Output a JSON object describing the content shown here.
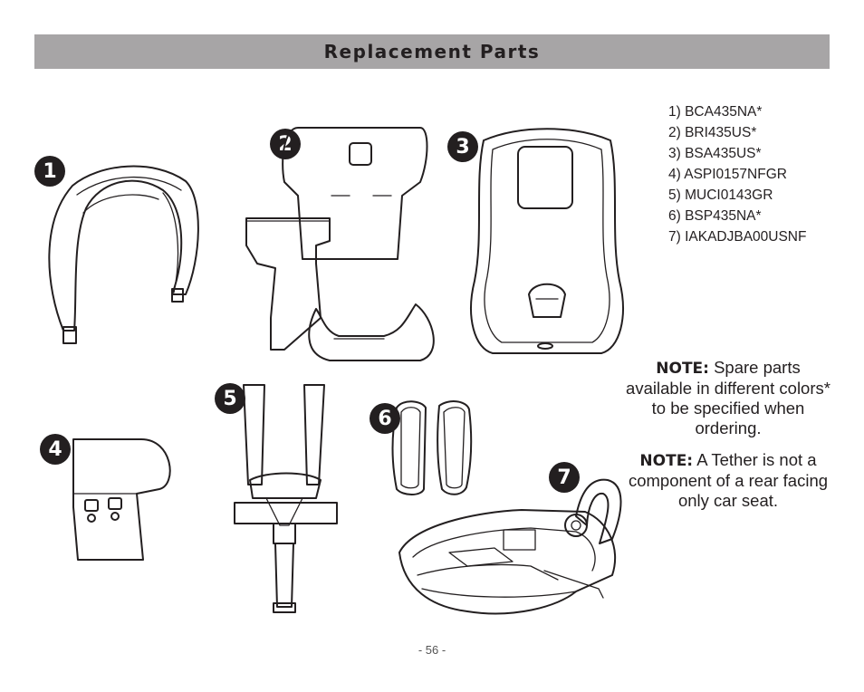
{
  "header": {
    "title": "Replacement Parts"
  },
  "parts": [
    {
      "number": "1",
      "code": "1) BCA435NA*"
    },
    {
      "number": "2",
      "code": "2) BRI435US*"
    },
    {
      "number": "3",
      "code": "3) BSA435US*"
    },
    {
      "number": "4",
      "code": "4) ASPI0157NFGR"
    },
    {
      "number": "5",
      "code": "5) MUCI0143GR"
    },
    {
      "number": "6",
      "code": "6) BSP435NA*"
    },
    {
      "number": "7",
      "code": "7) IAKADJBA00USNF"
    }
  ],
  "notes": [
    {
      "label": "NOTE:",
      "text": " Spare parts available in different colors* to be specified when ordering."
    },
    {
      "label": "NOTE:",
      "text": " A Tether is not a component of a rear facing only car seat."
    }
  ],
  "page_number": "- 56 -"
}
